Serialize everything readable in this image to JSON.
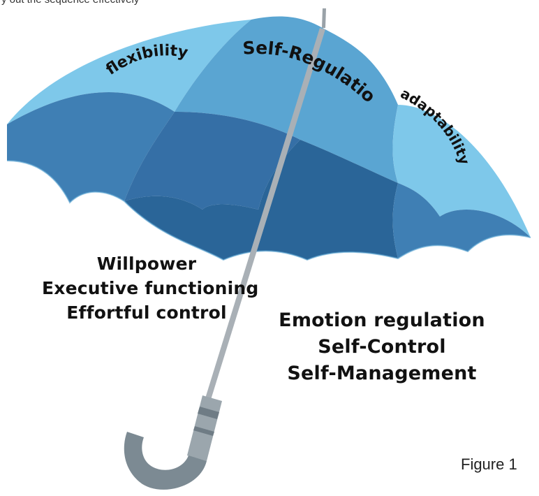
{
  "canopy": {
    "labels": {
      "left": "flexibility",
      "center": "Self-Regulation",
      "right": "adaptability"
    }
  },
  "terms_left": [
    "Willpower",
    "Executive functioning",
    "Effortful control"
  ],
  "terms_right": [
    "Emotion regulation",
    "Self-Control",
    "Self-Management"
  ],
  "caption": "Figure 1",
  "top_strip_text": "y out the sequence effectively",
  "colors": {
    "panel_light": "#7ec8ea",
    "panel_mid": "#5aa5d2",
    "panel_dark": "#3f7fb4",
    "panel_darkest": "#2a6598",
    "shaft": "#a9b0b6",
    "handle": "#7c8a93"
  }
}
